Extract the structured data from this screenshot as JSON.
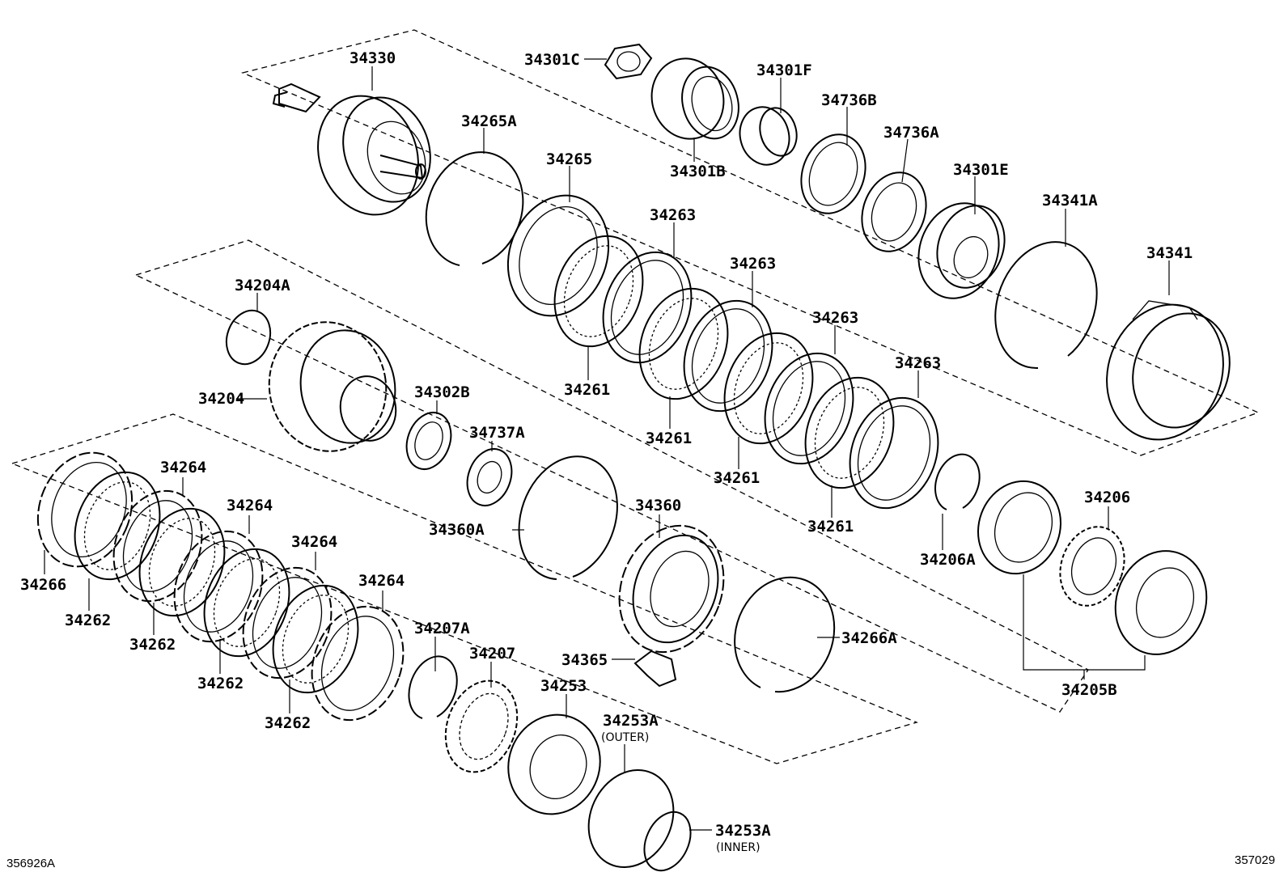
{
  "diagram": {
    "labels": {
      "p34330": "34330",
      "p34301C": "34301C",
      "p34301F": "34301F",
      "p34736B": "34736B",
      "p34736A": "34736A",
      "p34301B": "34301B",
      "p34301E": "34301E",
      "p34265A": "34265A",
      "p34265": "34265",
      "p34263_a": "34263",
      "p34263_b": "34263",
      "p34263_c": "34263",
      "p34263_d": "34263",
      "p34341A": "34341A",
      "p34341": "34341",
      "p34204A": "34204A",
      "p34204": "34204",
      "p34302B": "34302B",
      "p34737A": "34737A",
      "p34261_a": "34261",
      "p34261_b": "34261",
      "p34261_c": "34261",
      "p34261_d": "34261",
      "p34264_a": "34264",
      "p34264_b": "34264",
      "p34264_c": "34264",
      "p34264_d": "34264",
      "p34266": "34266",
      "p34262_a": "34262",
      "p34262_b": "34262",
      "p34262_c": "34262",
      "p34262_d": "34262",
      "p34360A": "34360A",
      "p34360": "34360",
      "p34206": "34206",
      "p34206A": "34206A",
      "p34207A": "34207A",
      "p34207": "34207",
      "p34365": "34365",
      "p34266A": "34266A",
      "p34253": "34253",
      "p34253A_outer": "34253A",
      "p34253A_inner": "34253A",
      "p34205B": "34205B"
    },
    "sublabels": {
      "outer": "(OUTER)",
      "inner": "(INNER)"
    },
    "codes": {
      "left": "356926A",
      "right": "357029"
    }
  }
}
